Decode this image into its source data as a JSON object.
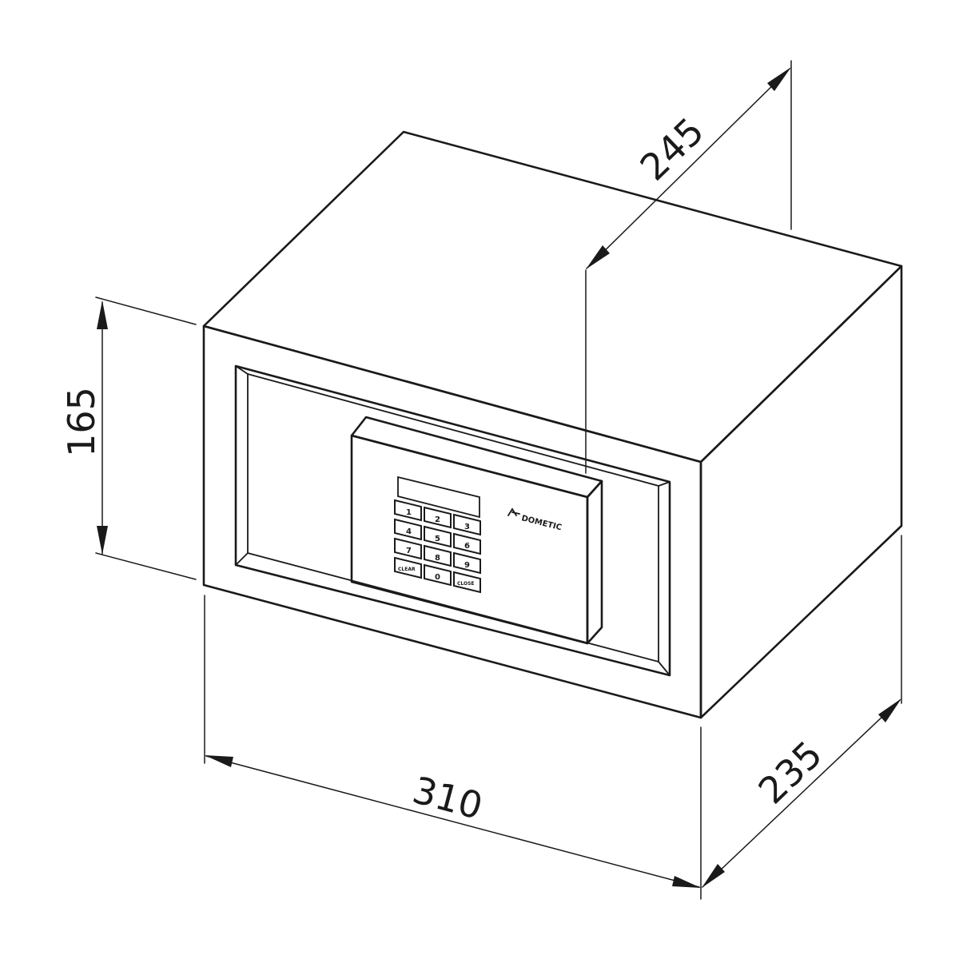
{
  "dimensions": {
    "height": "165",
    "width": "310",
    "depth": "235",
    "interior_depth": "245"
  },
  "keypad": {
    "keys": [
      "1",
      "2",
      "3",
      "4",
      "5",
      "6",
      "7",
      "8",
      "9",
      "CLEAR",
      "0",
      "CLOSE"
    ]
  },
  "brand": {
    "name": "DOMETIC"
  },
  "colors": {
    "line": "#1a1a1a",
    "background": "#ffffff"
  }
}
